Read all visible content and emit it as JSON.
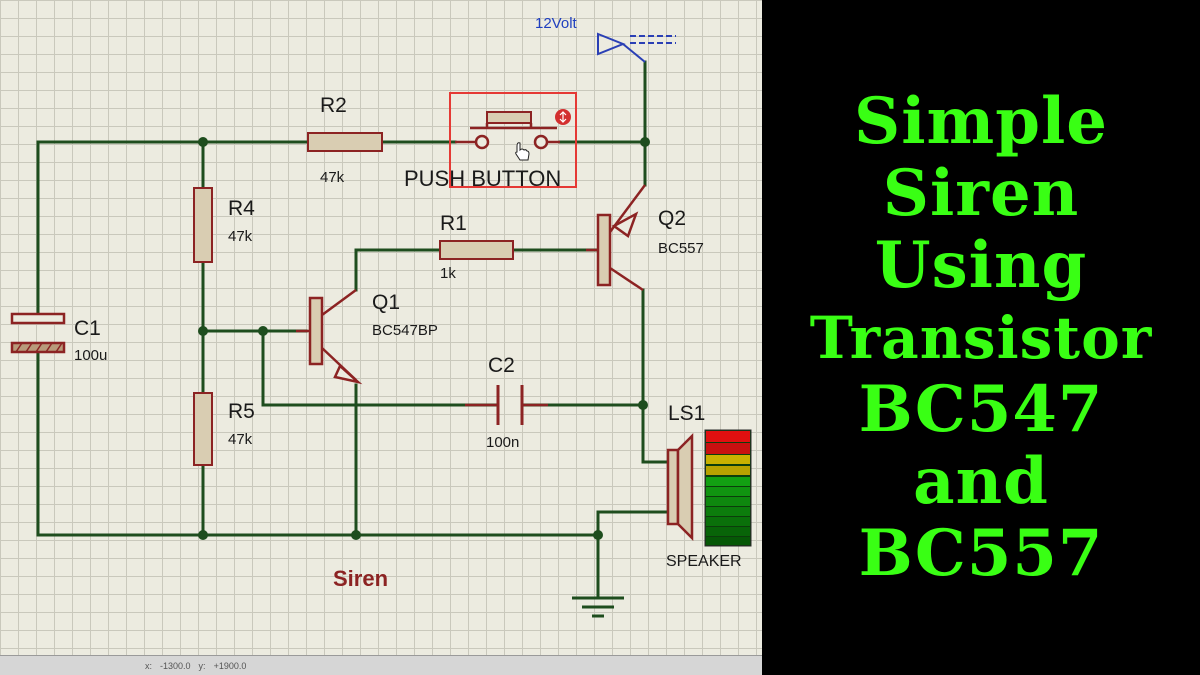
{
  "schematic": {
    "supply_label": "12Volt",
    "caption": "Siren",
    "push_button_label": "PUSH BUTTON",
    "components": {
      "r2": {
        "ref": "R2",
        "value": "47k"
      },
      "r4": {
        "ref": "R4",
        "value": "47k"
      },
      "r1": {
        "ref": "R1",
        "value": "1k"
      },
      "r5": {
        "ref": "R5",
        "value": "47k"
      },
      "c1": {
        "ref": "C1",
        "value": "100u"
      },
      "c2": {
        "ref": "C2",
        "value": "100n"
      },
      "q1": {
        "ref": "Q1",
        "value": "BC547BP"
      },
      "q2": {
        "ref": "Q2",
        "value": "BC557"
      },
      "ls1": {
        "ref": "LS1",
        "value": "SPEAKER"
      }
    },
    "colors": {
      "wire": "#1e4d1e",
      "component": "#8c2323",
      "selection": "#e53935",
      "label_caption": "#8c2323",
      "supply_label": "#1f3fbf"
    }
  },
  "statusbar": {
    "x_label": "x:",
    "x_value": "-1300.0",
    "y_label": "y:",
    "y_value": "+1900.0"
  },
  "title": {
    "lines": [
      "Simple",
      "Siren",
      "Using",
      "Transistor",
      "BC547",
      "and",
      "BC557"
    ],
    "color": "#39ff14"
  }
}
